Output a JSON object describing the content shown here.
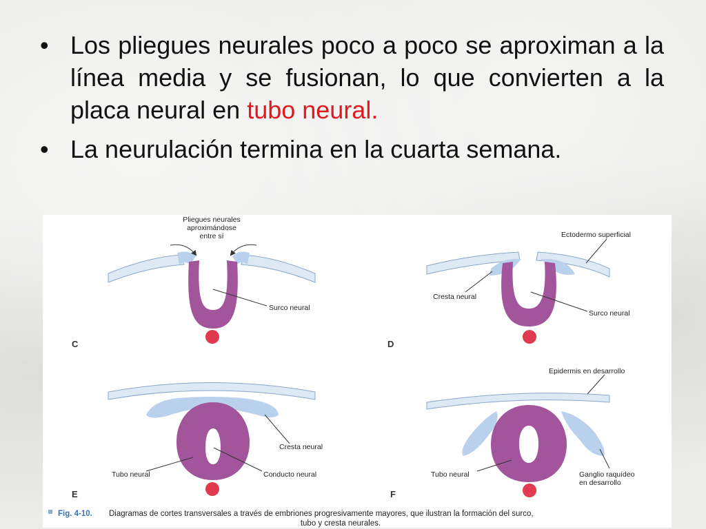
{
  "slide": {
    "bullets": [
      {
        "text_before": "Los pliegues neurales poco a poco se aproximan  a la línea media y se fusionan, lo que convierten a la placa neural en ",
        "highlight": "tubo neural.",
        "highlight_color": "#e0191f"
      },
      {
        "text": "La neurulación termina en la cuarta semana."
      }
    ],
    "bullet_symbol": "•"
  },
  "figure": {
    "panels": {
      "c": "C",
      "d": "D",
      "e": "E",
      "f": "F"
    },
    "labels": {
      "pliegues_1": "Pliegues neurales",
      "pliegues_2": "aproximándose",
      "pliegues_3": "entre sí",
      "surco_c": "Surco neural",
      "ectodermo": "Ectodermo superficial",
      "cresta_d": "Cresta neural",
      "surco_d": "Surco neural",
      "epidermis": "Epidermis en desarrollo",
      "cresta_e": "Cresta neural",
      "tubo_e": "Tubo neural",
      "conducto": "Conducto neural",
      "tubo_f": "Tubo neural",
      "ganglio_1": "Ganglio raquídeo",
      "ganglio_2": "en desarrollo"
    },
    "caption": {
      "fig": "Fig. 4-10.",
      "line1": "Diagramas de cortes transversales a través de embriones progresivamente mayores, que ilustran la formación del surco,",
      "line2": "tubo y cresta neurales."
    },
    "colors": {
      "neural": "#a2559b",
      "crest": "#b9d1ec",
      "ectoderm": "#dde9f5",
      "notochord": "#e03a4e",
      "caption_square": "#8fb0d6"
    }
  }
}
